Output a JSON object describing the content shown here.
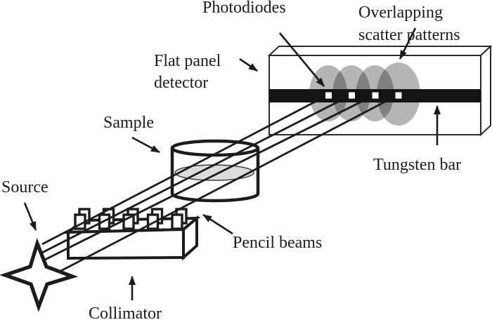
{
  "figure": {
    "type": "schematic-diagram",
    "subject": "Pencil-beam coherent scatter imaging geometry"
  },
  "labels": {
    "photodiodes": "Photodiodes",
    "overlapping_line1": "Overlapping",
    "overlapping_line2": "scatter patterns",
    "flat_panel_line1": "Flat panel",
    "flat_panel_line2": "detector",
    "sample": "Sample",
    "source": "Source",
    "pencil_beams": "Pencil beams",
    "tungsten_bar": "Tungsten bar",
    "collimator": "Collimator"
  },
  "components": {
    "photodiode_count": 4,
    "collimator_aperture_count": 5,
    "scatter_pattern_count": 4,
    "pencil_beam_count": 4
  },
  "colors": {
    "ink": "#1c1c1c",
    "scatter_pattern_fill": "rgba(0,0,0,0.29)",
    "tungsten_bar_fill": "#141414",
    "sample_liquid_fill": "#dcdcdc",
    "photodiode_fill": "#ffffff",
    "background": "#ffffff"
  }
}
